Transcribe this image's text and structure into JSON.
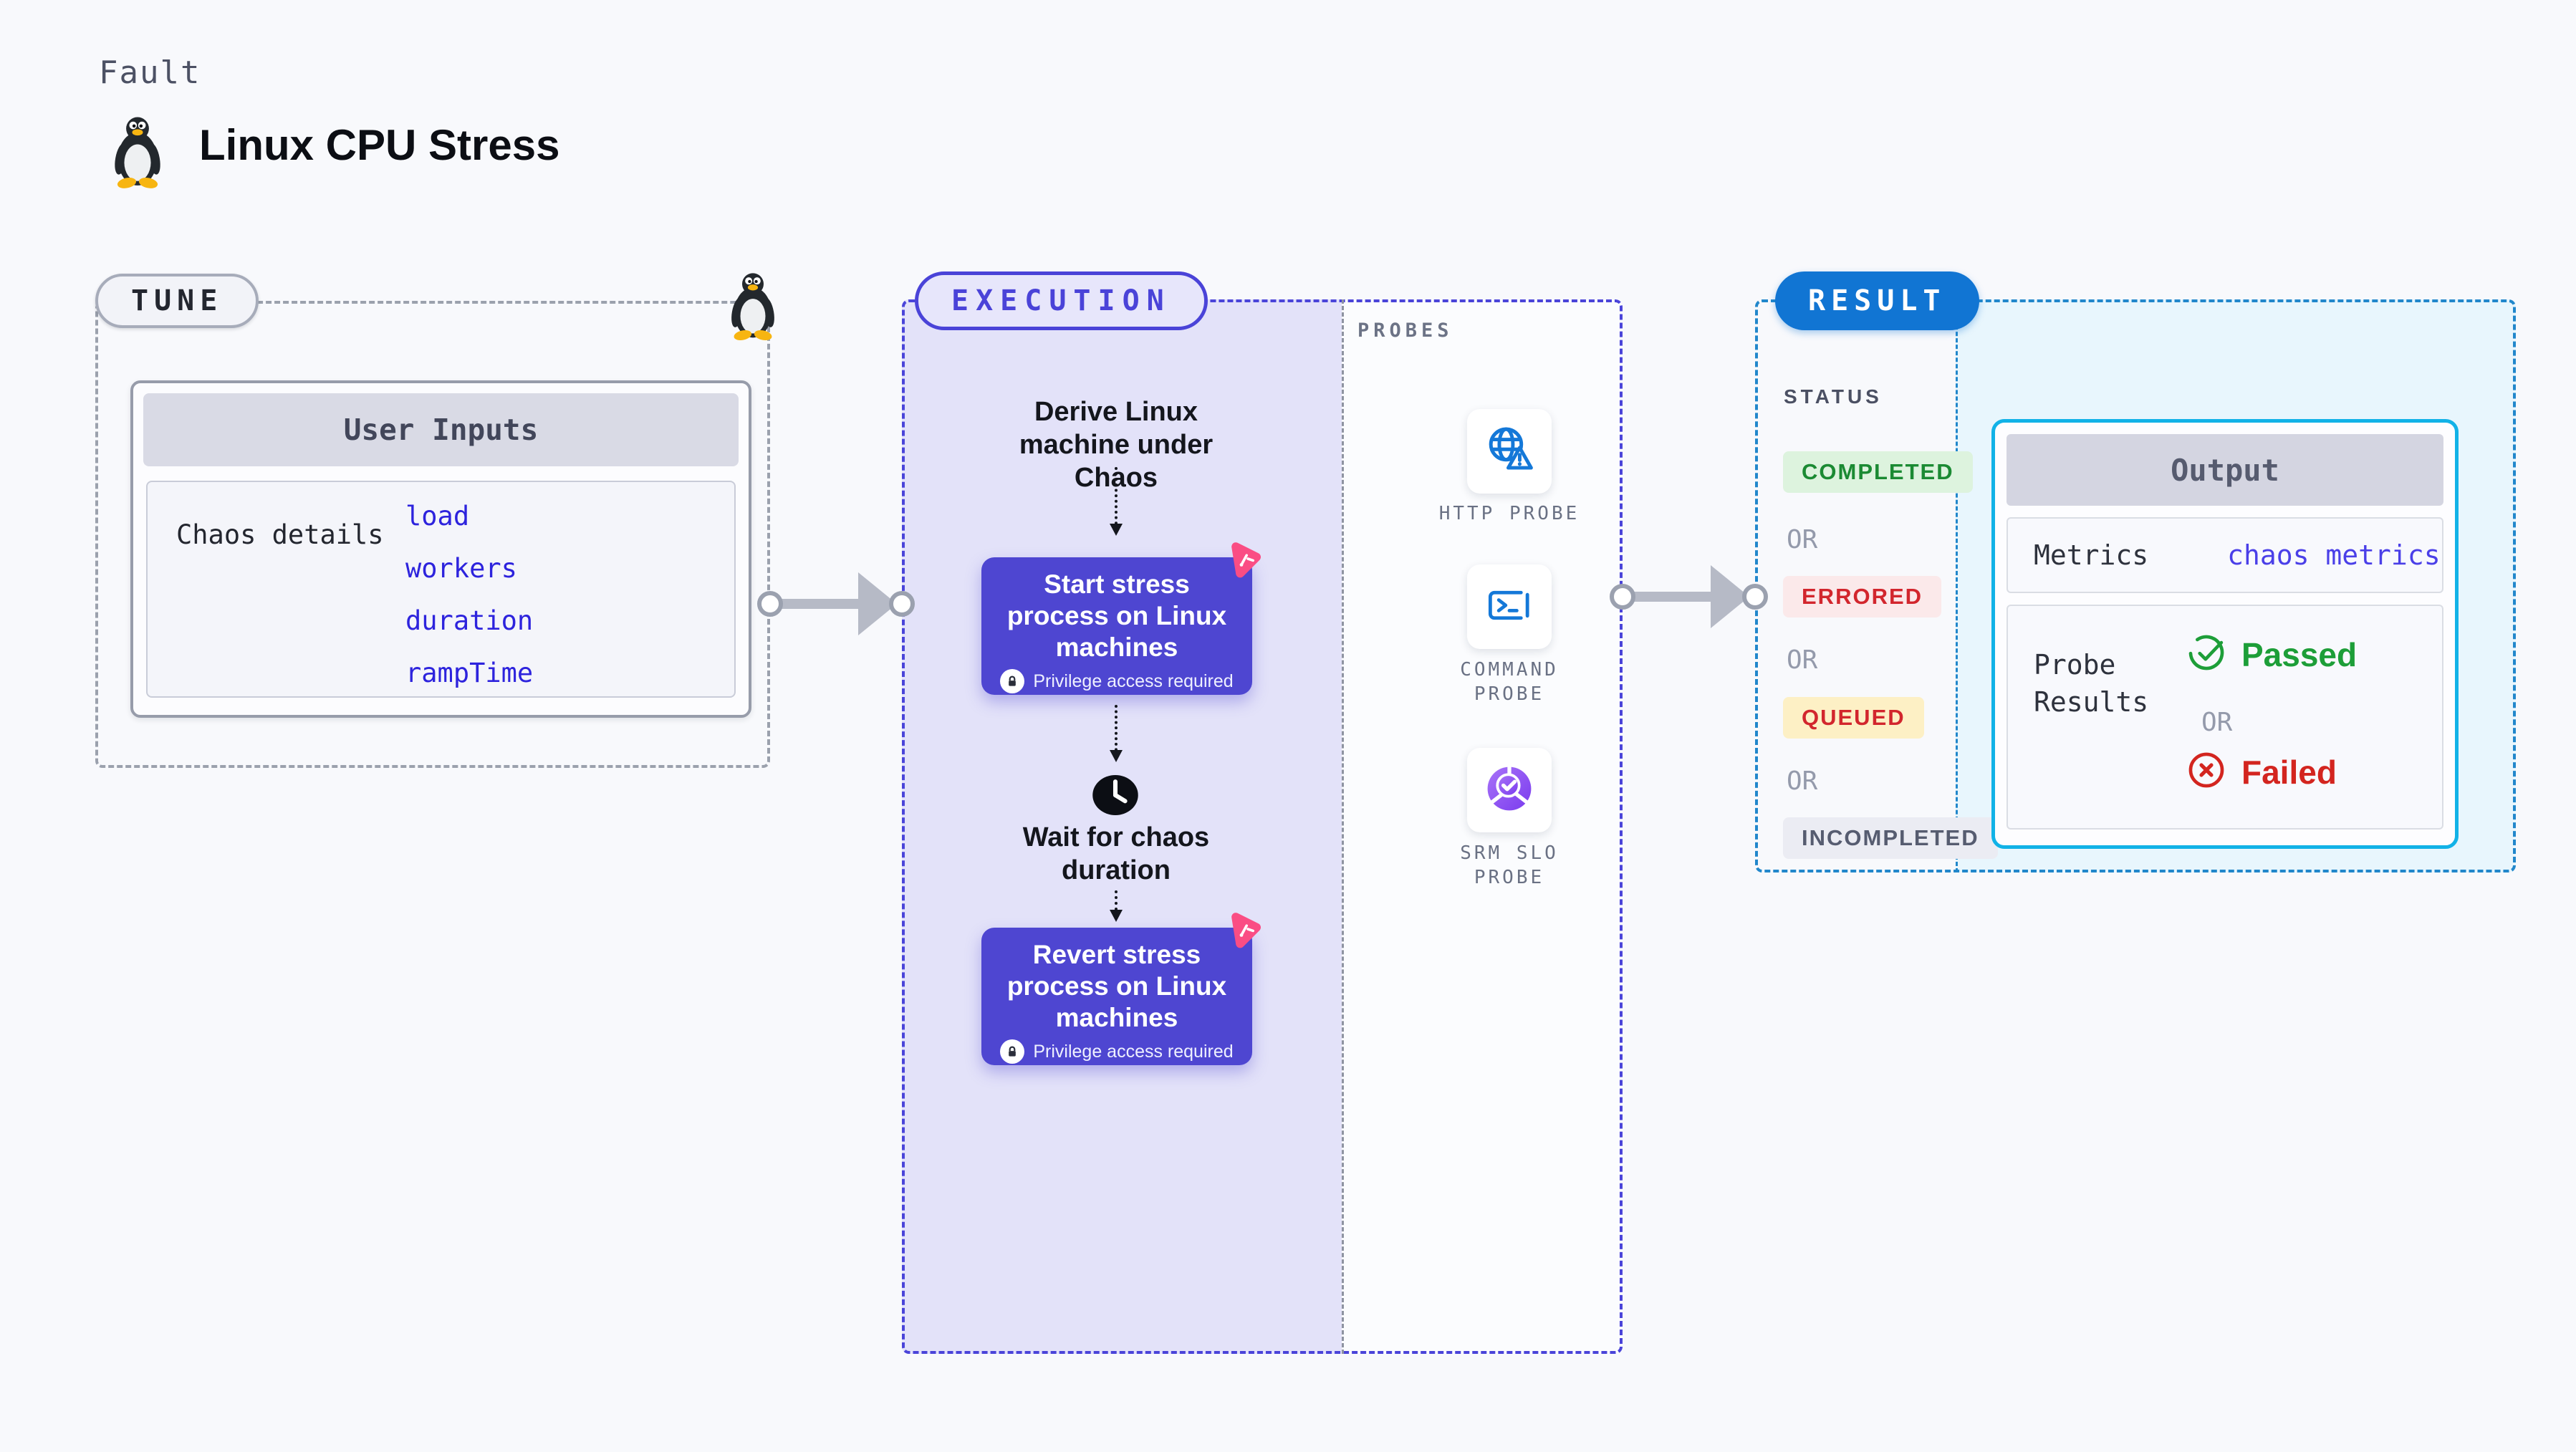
{
  "page": {
    "label": "Fault",
    "title": "Linux CPU Stress"
  },
  "tune": {
    "pill": "TUNE",
    "card_header": "User Inputs",
    "row_label": "Chaos details",
    "inputs": [
      "load",
      "workers",
      "duration",
      "rampTime"
    ]
  },
  "execution": {
    "pill": "EXECUTION",
    "derive_label": "Derive Linux machine under Chaos",
    "start_title": "Start stress process on Linux machines",
    "wait_label": "Wait for chaos duration",
    "revert_title": "Revert stress process on Linux machines",
    "privilege_label": "Privilege access required",
    "probes": {
      "label": "PROBES",
      "items": [
        {
          "label": "HTTP PROBE",
          "icon": "globe-alert-icon"
        },
        {
          "label": "COMMAND PROBE",
          "icon": "terminal-icon"
        },
        {
          "label": "SRM SLO PROBE",
          "icon": "slo-donut-check-icon"
        }
      ]
    }
  },
  "result": {
    "pill": "RESULT",
    "status_label": "STATUS",
    "or_label": "OR",
    "statuses": [
      {
        "label": "COMPLETED",
        "text_color": "#1b8a33",
        "bg_color": "#ddf3de"
      },
      {
        "label": "ERRORED",
        "text_color": "#d2262d",
        "bg_color": "#fbe9ea"
      },
      {
        "label": "QUEUED",
        "text_color": "#d2262d",
        "bg_color": "#fdf0c5"
      },
      {
        "label": "INCOMPLETED",
        "text_color": "#565c70",
        "bg_color": "#ebecf3"
      }
    ],
    "output": {
      "header": "Output",
      "metrics_label": "Metrics",
      "metrics_value": "chaos metrics",
      "probe_results_label": "Probe Results",
      "passed_label": "Passed",
      "or_label": "OR",
      "failed_label": "Failed"
    }
  },
  "colors": {
    "page_bg": "#f8f9fc",
    "tune_border": "#9ba1ad",
    "execution_accent": "#4a43d8",
    "execution_flow_bg": "#e3e2f9",
    "node_bg": "#4e46d1",
    "chaos_badge_pink": "#fa4d84",
    "probe_icon_blue": "#1478d8",
    "slo_purple": "#7c3aed",
    "result_dash_blue": "#2187cb",
    "result_pill_blue": "#1175d3",
    "result_panel_bg": "#e8f6fd",
    "output_border_cyan": "#11b2e7",
    "link_blue": "#2d23dd",
    "metrics_link_indigo": "#4a3fe8",
    "passed_green": "#1d9e38",
    "failed_red": "#d3251f",
    "arrow_gray": "#b6bac6"
  }
}
